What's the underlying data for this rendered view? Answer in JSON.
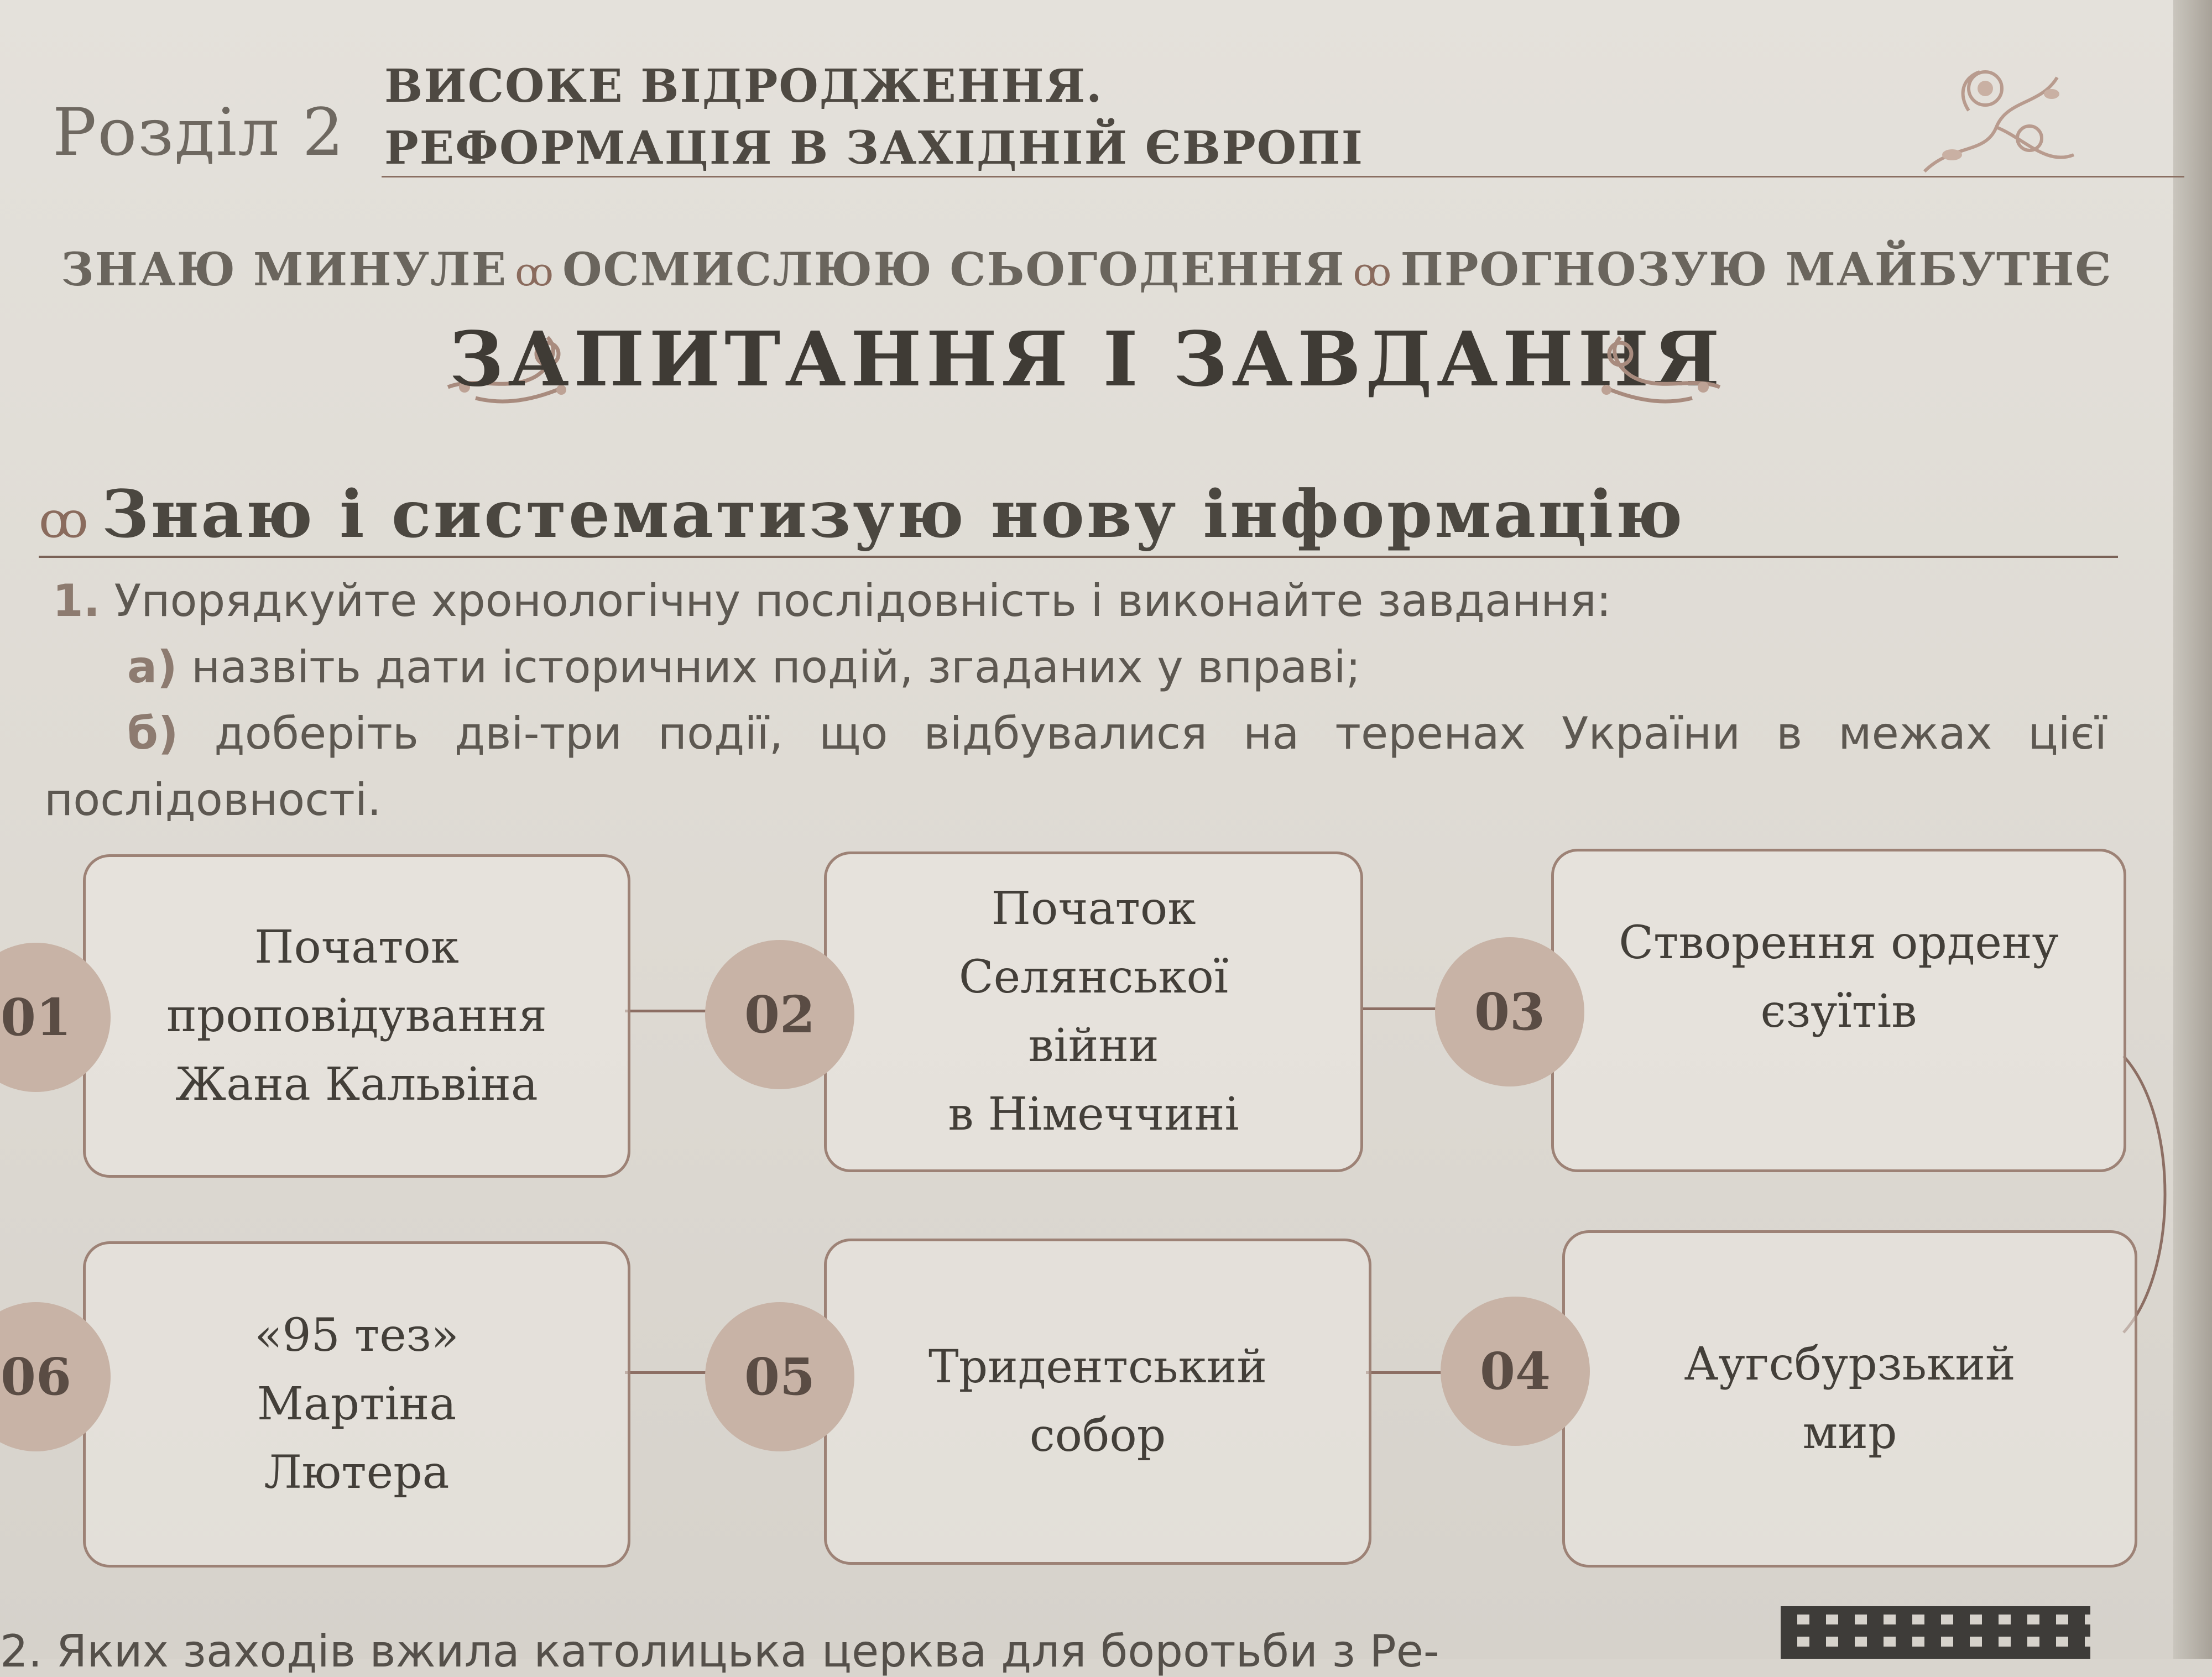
{
  "header": {
    "chapter_label": "Розділ 2",
    "title_line1": "ВИСОКЕ ВІДРОДЖЕННЯ.",
    "title_line2": "РЕФОРМАЦІЯ В ЗАХІДНІЙ ЄВРОПІ"
  },
  "motto": {
    "part1": "ЗНАЮ МИНУЛЕ",
    "part2": "ОСМИСЛЮЮ СЬОГОДЕННЯ",
    "part3": "ПРОГНОЗУЮ МАЙБУТНЄ"
  },
  "section_title": "ЗАПИТАННЯ І ЗАВДАННЯ",
  "subsection_title": "Знаю і систематизую нову інформацію",
  "task1": {
    "number": "1.",
    "text": "Упорядкуйте хронологічну послідовність і виконайте завдання:",
    "a_mark": "а)",
    "a_text": "назвіть дати історичних подій, згаданих у вправі;",
    "b_mark": "б)",
    "b_text": "доберіть дві-три події, що відбувалися на теренах України в межах цієї",
    "b_text_cont": "послідовності."
  },
  "flow": [
    {
      "num": "01",
      "lines": [
        "Початок",
        "проповідування",
        "Жана Кальвіна"
      ]
    },
    {
      "num": "02",
      "lines": [
        "Початок",
        "Селянської",
        "війни",
        "в Німеччині"
      ]
    },
    {
      "num": "03",
      "lines": [
        "Створення ордену",
        "єзуїтів"
      ]
    },
    {
      "num": "04",
      "lines": [
        "Аугсбурзький",
        "мир"
      ]
    },
    {
      "num": "05",
      "lines": [
        "Тридентський",
        "собор"
      ]
    },
    {
      "num": "06",
      "lines": [
        "«95 тез»",
        "Мартіна",
        "Лютера"
      ]
    }
  ],
  "bottom_text": "2.  Яких заходів вжила католицька церква для боротьби з Ре-",
  "colors": {
    "circle": "#c8b3a6",
    "box_border": "#9d8276",
    "rule": "#8a6f62"
  }
}
